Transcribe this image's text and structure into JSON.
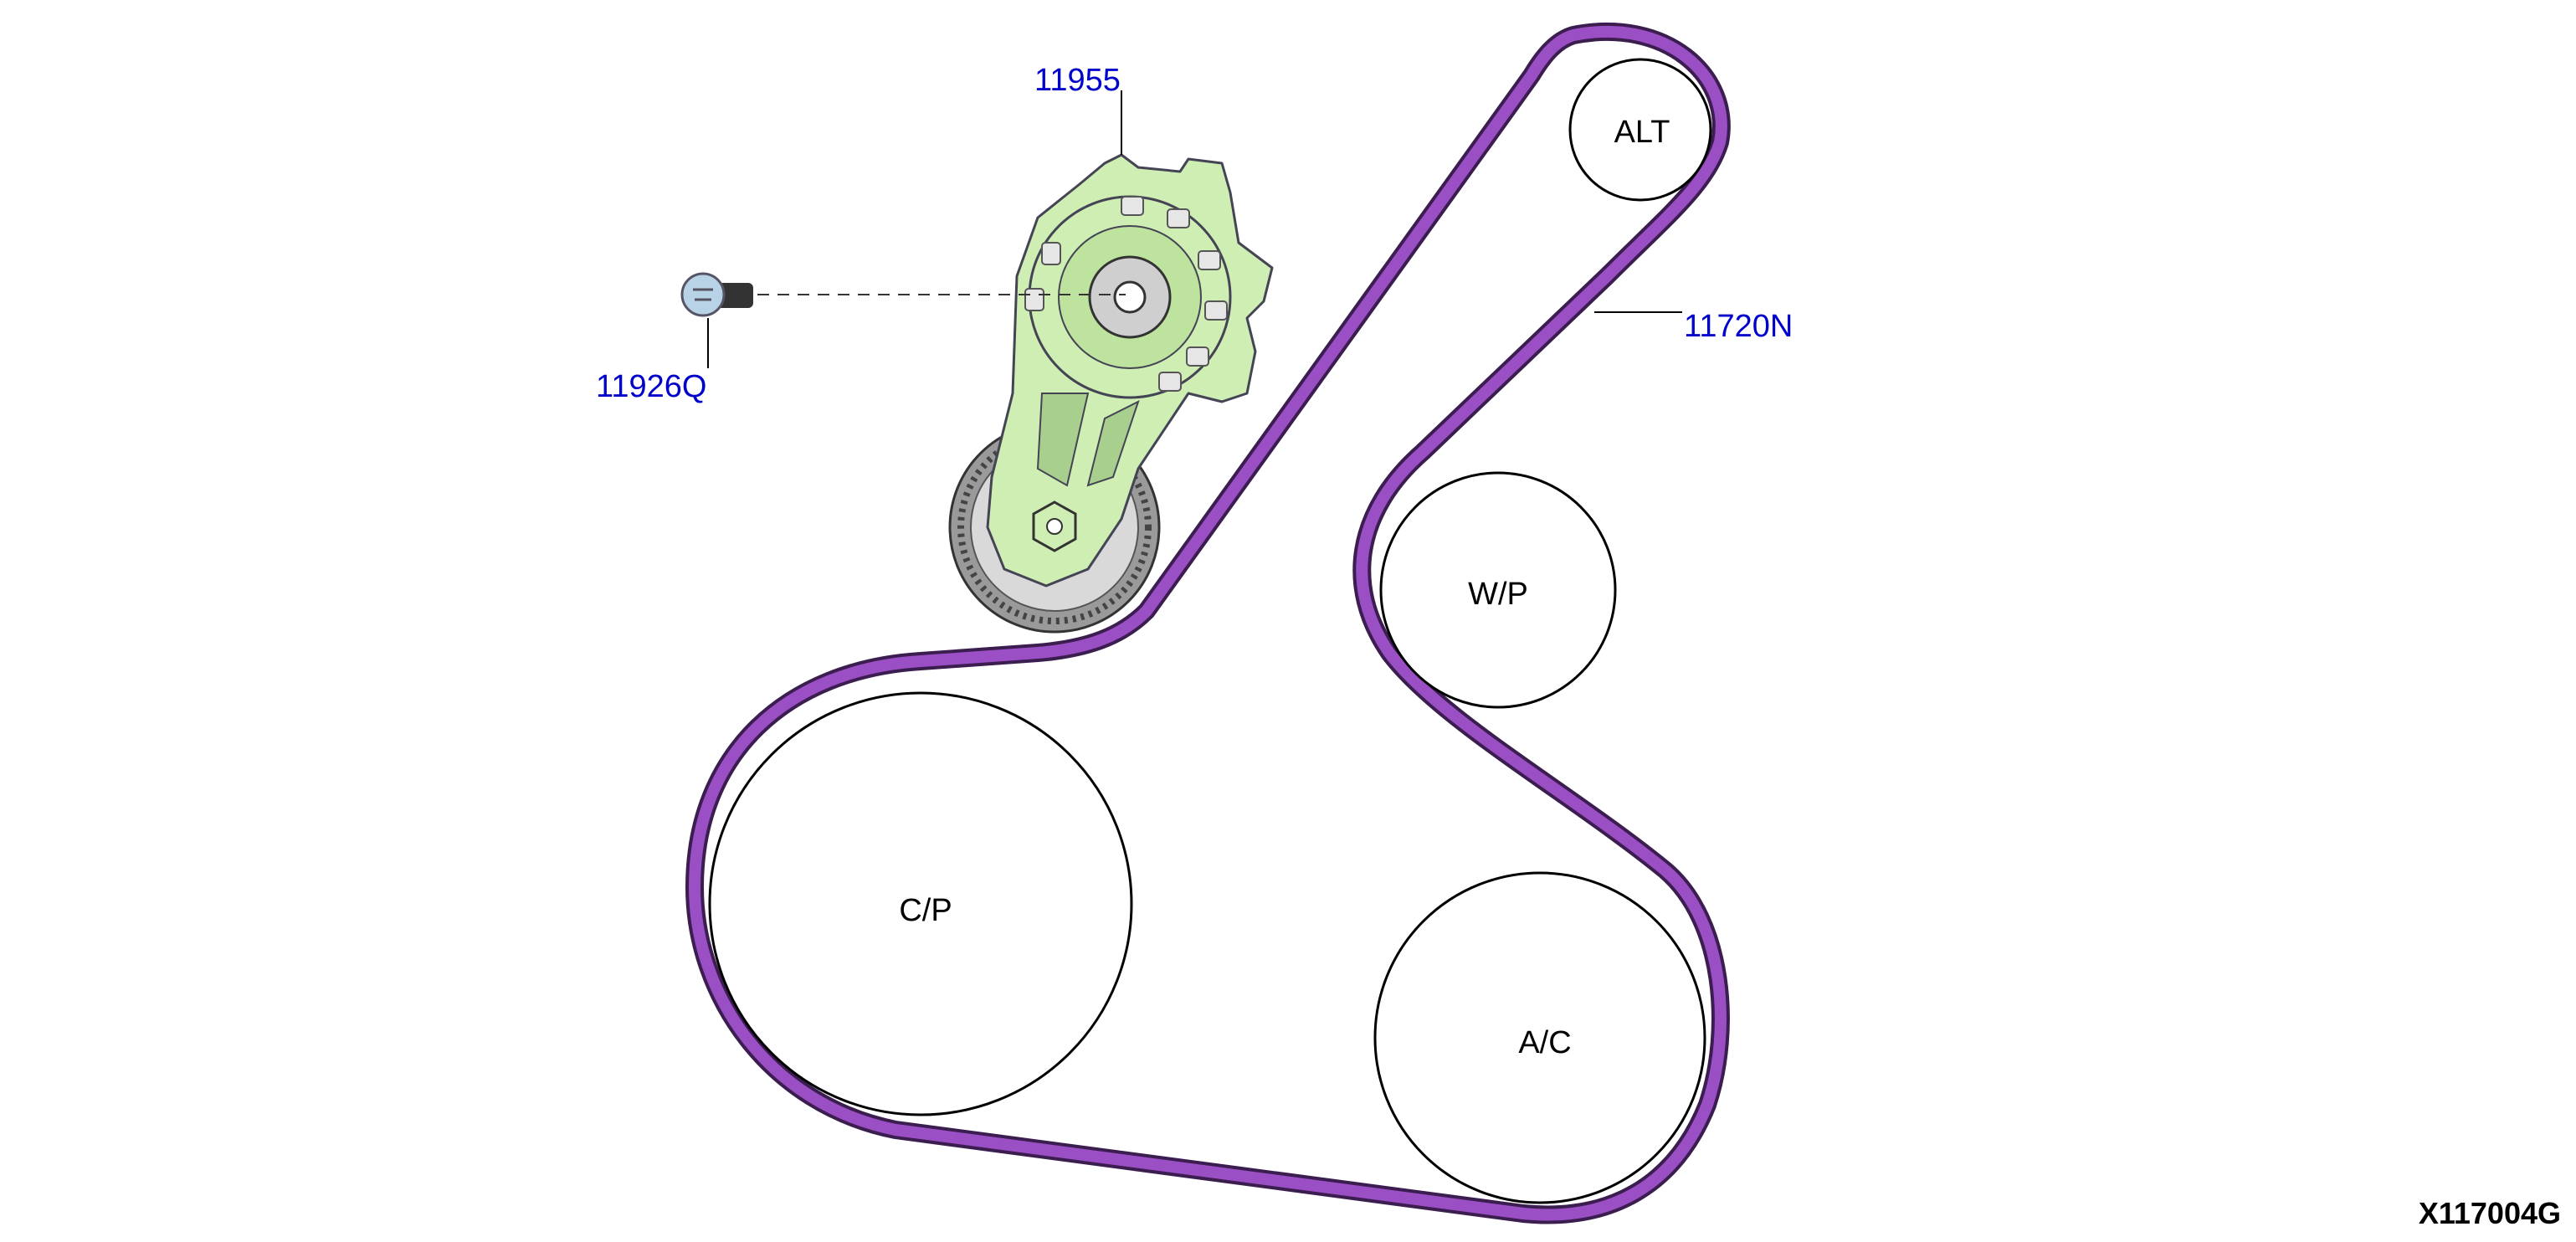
{
  "pulleys": {
    "alt": "ALT",
    "wp": "W/P",
    "cp": "C/P",
    "ac": "A/C"
  },
  "callouts": {
    "tensioner": "11955",
    "bolt": "11926Q",
    "belt": "11720N"
  },
  "figure_id": "X117004G",
  "colors": {
    "belt": "#9a4fc4",
    "belt_edge": "#3b1d4f",
    "tensioner_body": "#cfeeb4",
    "callout_text": "#0000cc"
  }
}
